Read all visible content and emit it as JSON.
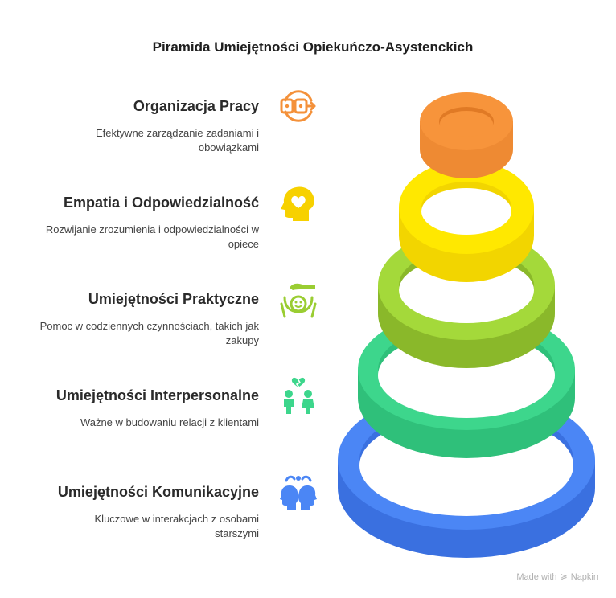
{
  "title": "Piramida Umiejętności Opiekuńczo-Asystenckich",
  "items": [
    {
      "title": "Organizacja Pracy",
      "desc": "Efektywne zarządzanie zadaniami i obowiązkami",
      "icon": "workflow-icon",
      "color": "#F4913A"
    },
    {
      "title": "Empatia i Odpowiedzialność",
      "desc": "Rozwijanie zrozumienia i odpowiedzialności w opiece",
      "icon": "heart-head-icon",
      "color": "#F7D100"
    },
    {
      "title": "Umiejętności Praktyczne",
      "desc": "Pomoc w codziennych czynnościach, takich jak zakupy",
      "icon": "helping-hand-icon",
      "color": "#9ACD32"
    },
    {
      "title": "Umiejętności Interpersonalne",
      "desc": "Ważne w budowaniu relacji z klientami",
      "icon": "people-relation-icon",
      "color": "#3DD68C"
    },
    {
      "title": "Umiejętności Komunikacyjne",
      "desc": "Kluczowe w interakcjach z osobami starszymi",
      "icon": "communication-heads-icon",
      "color": "#4B86F5"
    }
  ],
  "footer": {
    "made_with": "Made with",
    "brand": "Napkin"
  }
}
